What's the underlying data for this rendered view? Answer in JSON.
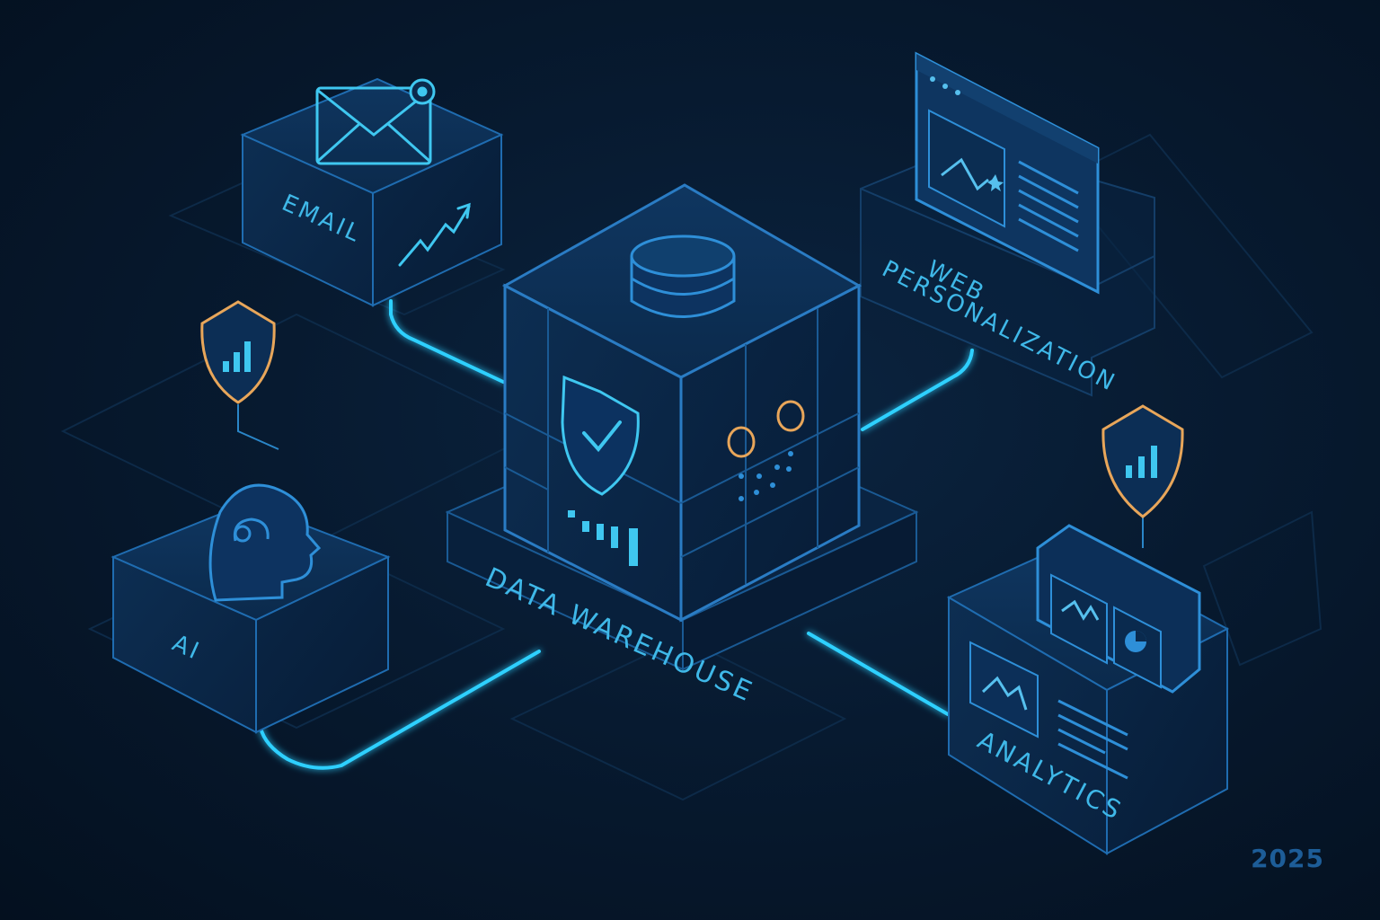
{
  "nodes": {
    "email": {
      "label": "EMAIL"
    },
    "web": {
      "label_line1": "WEB",
      "label_line2": "PERSONALIZATION"
    },
    "ai": {
      "label": "AI"
    },
    "warehouse": {
      "label": "DATA WAREHOUSE"
    },
    "analytics": {
      "label": "ANALYTICS"
    }
  },
  "footer": {
    "year": "2025"
  },
  "colors": {
    "background": "#061428",
    "outline": "#1f6cb0",
    "glow": "#2fd0ff",
    "accent_orange": "#e8a65a",
    "label": "#3fb8e8"
  },
  "icons": [
    "envelope-icon",
    "trend-up-icon",
    "browser-window-icon",
    "database-icon",
    "shield-check-icon",
    "shield-chart-icon",
    "head-ai-icon",
    "bar-chart-icon",
    "line-chart-icon",
    "pie-chart-icon"
  ]
}
